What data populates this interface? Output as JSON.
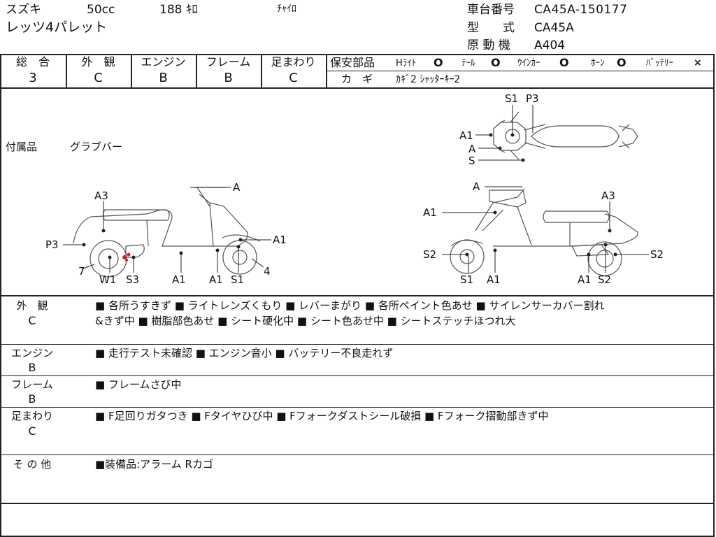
{
  "header": {
    "maker": "スズキ",
    "displacement": "50cc",
    "mileage": "188 ｷﾛ",
    "color": "ﾁｬｲﾛ",
    "model_name": "レッツ4パレット",
    "frame_no_label": "車台番号",
    "frame_no": "CA45A-150177",
    "type_label": "型　　式",
    "type": "CA45A",
    "engine_label": "原 動 機",
    "engine": "A404"
  },
  "grades": {
    "overall_label": "総　合",
    "overall": "3",
    "exterior_label": "外　観",
    "exterior": "C",
    "engine_label": "エンジン",
    "engine": "B",
    "frame_label": "フレーム",
    "frame": "B",
    "suspension_label": "足まわり",
    "suspension": "C"
  },
  "safety": {
    "label": "保安部品",
    "items": [
      {
        "name": "Hﾗｲﾄ",
        "mark": "O"
      },
      {
        "name": "ﾃｰﾙ",
        "mark": "O"
      },
      {
        "name": "ｳｲﾝｶｰ",
        "mark": "O"
      },
      {
        "name": "ﾎｰﾝ",
        "mark": "O"
      },
      {
        "name": "ﾊﾞｯﾃﾘｰ",
        "mark": "×"
      }
    ],
    "keys_label": "カ　ギ",
    "keys": "ｶｷﾞ2 ｼｬｯﾀｰｷｰ2"
  },
  "accessories": {
    "label": "付属品",
    "value": "グラブバー"
  },
  "diagram": {
    "top_labels": [
      "S1",
      "P3",
      "A1",
      "A",
      "S"
    ],
    "left_labels": [
      "A3",
      "A",
      "P3",
      "7",
      "W1",
      "S3",
      "A1",
      "A1",
      "S1",
      "A1",
      "4"
    ],
    "right_labels": [
      "A",
      "A3",
      "A1",
      "S2",
      "S1",
      "A1",
      "A1",
      "S2",
      "S2"
    ]
  },
  "comments": [
    {
      "label": "外　観",
      "grade": "C",
      "lines": [
        "■ 各所うすきず ■ ライトレンズくもり ■ レバーまがり ■ 各所ペイント色あせ ■ サイレンサーカバー割れ",
        "&きず中 ■ 樹脂部色あせ ■ シート硬化中 ■ シート色あせ中 ■ シートステッチほつれ大"
      ]
    },
    {
      "label": "エンジン",
      "grade": "B",
      "lines": [
        "■ 走行テスト未確認 ■ エンジン音小 ■ バッテリー不良走れず"
      ]
    },
    {
      "label": "フレーム",
      "grade": "B",
      "lines": [
        "■ フレームさび中"
      ]
    },
    {
      "label": "足まわり",
      "grade": "C",
      "lines": [
        "■ F足回りガタつき ■ Fタイヤひび中 ■ Fフォークダストシール破損 ■ Fフォーク摺動部きず中"
      ]
    },
    {
      "label": "そ の 他",
      "grade": "",
      "lines": [
        "■装備品:アラーム Rカゴ"
      ]
    }
  ],
  "colors": {
    "line": "#222222",
    "damage_mark": "#d42020"
  }
}
